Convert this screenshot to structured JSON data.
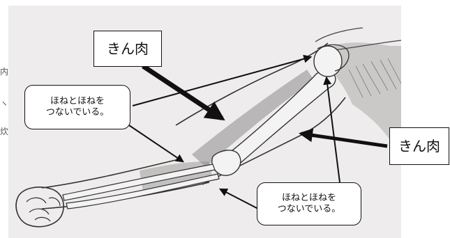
{
  "labels": {
    "muscle_top": "きん肉",
    "muscle_right": "きん肉",
    "note_left": {
      "line1": "ほねとほねを",
      "line2": "つないでいる。"
    },
    "note_bottom": {
      "line1": "ほねとほねを",
      "line2": "つないでいる。"
    }
  },
  "edge_fragments": [
    "内",
    "ヽ",
    "炊"
  ],
  "colors": {
    "paper": "#eeecec",
    "ink": "#111111",
    "shadow": "#9a9a9a"
  }
}
